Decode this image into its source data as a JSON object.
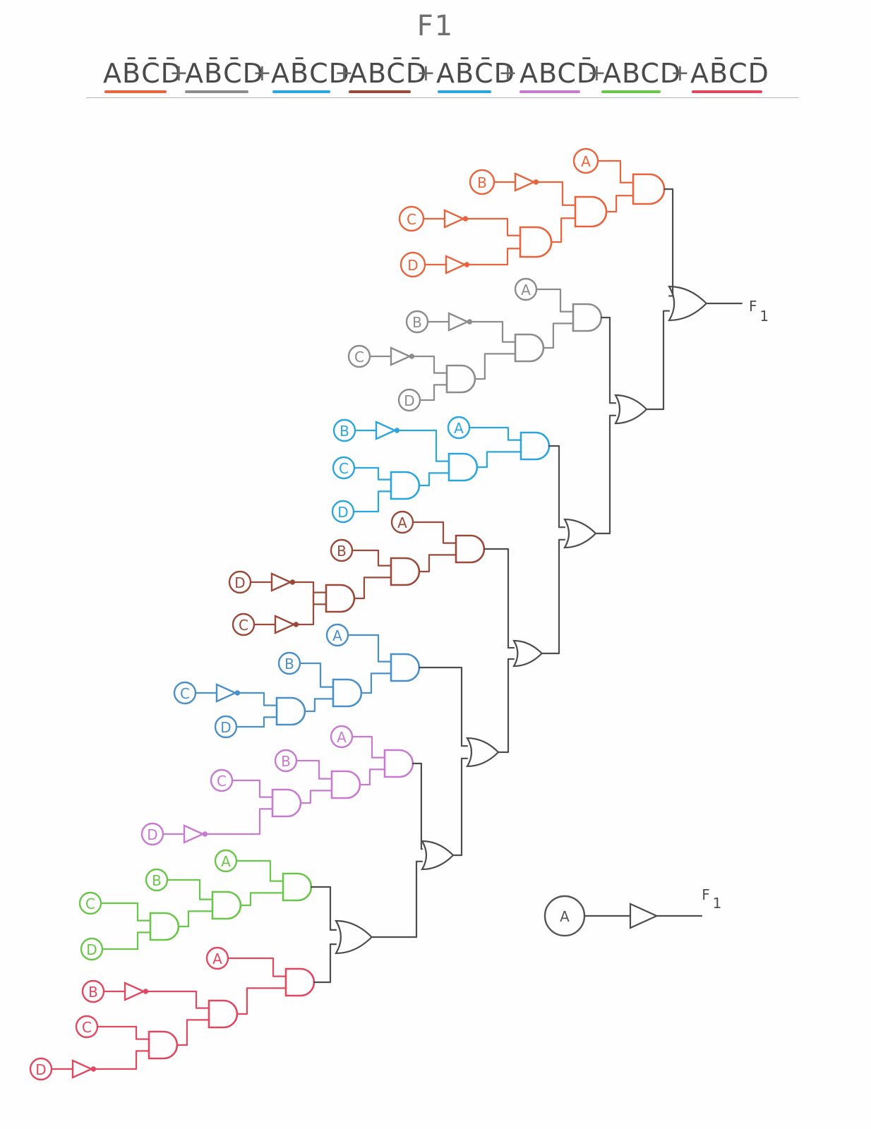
{
  "title": "F1",
  "expression": {
    "terms": [
      {
        "text": "AB̄C̄D̄",
        "color": "#e8643c"
      },
      {
        "text": "AB̄C̄D",
        "color": "#8c8c8c"
      },
      {
        "text": "AB̄CD",
        "color": "#2aa6dc"
      },
      {
        "text": "ABC̄D̄",
        "color": "#9a4a3a"
      },
      {
        "text": "AB̄C̄D",
        "color": "#4a90c8"
      },
      {
        "text": "ABCD̄",
        "color": "#c67bd0"
      },
      {
        "text": "ABCD",
        "color": "#6ac64a"
      },
      {
        "text": "AB̄CD̄",
        "color": "#e04860"
      }
    ],
    "operator": "+"
  },
  "inputs": {
    "A": "A",
    "B": "B",
    "C": "C",
    "D": "D"
  },
  "output_label": "F",
  "output_subscript": "1",
  "wire_color": "#4d4d4d",
  "simplified_input": "A"
}
